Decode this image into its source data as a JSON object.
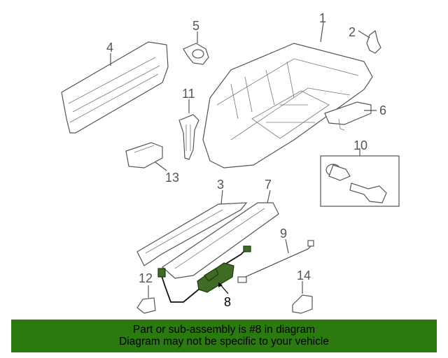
{
  "callouts": {
    "c1": "1",
    "c2": "2",
    "c3": "3",
    "c4": "4",
    "c5": "5",
    "c6": "6",
    "c7": "7",
    "c8": "8",
    "c9": "9",
    "c10": "10",
    "c11": "11",
    "c12": "12",
    "c13": "13",
    "c14": "14"
  },
  "highlighted_part": "8",
  "colors": {
    "banner": "#2a7a10",
    "highlight": "#3f6b25"
  },
  "banner": {
    "line1": "Part or sub-assembly is #8 in diagram",
    "line2": "Diagram may not be specific to your vehicle"
  }
}
